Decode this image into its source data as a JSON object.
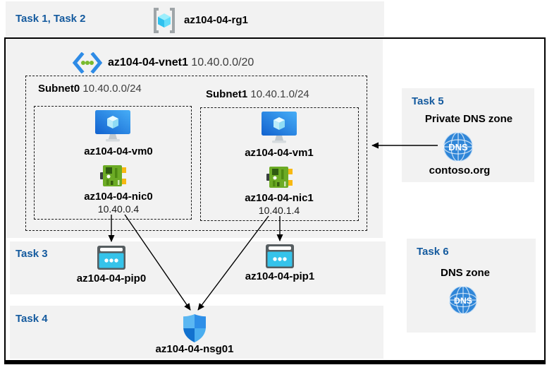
{
  "header": {
    "tasks": "Task 1, Task 2",
    "resource_group": "az104-04-rg1"
  },
  "vnet": {
    "name": "az104-04-vnet1",
    "cidr": "10.40.0.0/20",
    "subnets": [
      {
        "name": "Subnet0",
        "cidr": "10.40.0.0/24",
        "vm": "az104-04-vm0",
        "nic": "az104-04-nic0",
        "ip": "10.40.0.4"
      },
      {
        "name": "Subnet1",
        "cidr": "10.40.1.0/24",
        "vm": "az104-04-vm1",
        "nic": "az104-04-nic1",
        "ip": "10.40.1.4"
      }
    ]
  },
  "task3": {
    "heading": "Task 3",
    "pips": [
      {
        "name": "az104-04-pip0"
      },
      {
        "name": "az104-04-pip1"
      }
    ]
  },
  "task4": {
    "heading": "Task 4",
    "nsg": "az104-04-nsg01"
  },
  "task5": {
    "heading": "Task 5",
    "title": "Private DNS zone",
    "zone": "contoso.org"
  },
  "task6": {
    "heading": "Task 6",
    "title": "DNS zone"
  },
  "icons": {
    "dns_label": "DNS"
  },
  "colors": {
    "task_heading": "#145a9e",
    "panel_bg": "#f2f2f2",
    "frame_border": "#000000",
    "vm_blue": "#1c74d9",
    "nic_green": "#6cab25",
    "pip_cyan": "#35c3ea",
    "dns_blue": "#2f86d8",
    "shield_blue": "#2e8fe8"
  },
  "connections": [
    {
      "from": "az104-04-nic0",
      "to": "az104-04-pip0"
    },
    {
      "from": "az104-04-nic0",
      "to": "az104-04-nsg01"
    },
    {
      "from": "az104-04-nic1",
      "to": "az104-04-pip1"
    },
    {
      "from": "az104-04-nic1",
      "to": "az104-04-nsg01"
    },
    {
      "from": "contoso.org",
      "to": "az104-04-vnet1"
    }
  ]
}
